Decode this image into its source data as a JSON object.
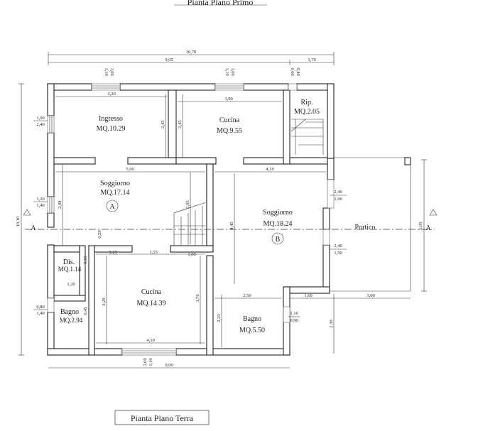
{
  "titles": {
    "upper": "Pianta Piano Primo",
    "lower": "Pianta Piano Terra"
  },
  "section_marks": {
    "left": "A",
    "right": "A"
  },
  "portico": "Portico",
  "rooms": {
    "ingresso": {
      "name": "Ingresso",
      "area": "MQ.10.29"
    },
    "cucina_top": {
      "name": "Cucina",
      "area": "MQ.9.55"
    },
    "rip": {
      "name": "Rip.",
      "area": "MQ.2.05"
    },
    "soggiorno_a": {
      "name": "Soggiorno",
      "area": "MQ.17.14",
      "mark": "A"
    },
    "soggiorno_b": {
      "name": "Soggiorno",
      "area": "MQ.18.24",
      "mark": "B"
    },
    "dis": {
      "name": "Dis.",
      "area": "MQ.1.14"
    },
    "cucina_bot": {
      "name": "Cucina",
      "area": "MQ.14.39"
    },
    "bagno_left": {
      "name": "Bagno",
      "area": "MQ.2.94"
    },
    "bagno_right": {
      "name": "Bagno",
      "area": "MQ.5.50"
    }
  },
  "dims": {
    "top_total": "10,70",
    "top_left": "9,05",
    "top_right": "1,70",
    "left_total": "10,10",
    "right_total": "5,05",
    "ingresso_w": "4,20",
    "ingresso_h": "2,45",
    "cucina_w": "3,90",
    "cucina_h": "2,45",
    "soggA_w": "5,60",
    "soggA_h1": "2,98",
    "soggA_h2": "2,95",
    "soggB_w": "4,10",
    "soggB_h": "4,45",
    "bottom_total": "9,00",
    "cucina_bot_w": "4,10",
    "cucina_bot_h1": "3,20",
    "cucina_bot_h2": "3,70",
    "d125": "1,25",
    "d155": "1,55",
    "d100": "1,00",
    "d120": "1,20",
    "d059": "0,59",
    "d095": "0,95",
    "d045": "0,45",
    "bagno_r_w": "2,50",
    "bagno_r_h": "2,20",
    "d160": "1,60",
    "d300": "3,00",
    "d230": "2,30",
    "win_110": "1,10",
    "win_100": "1,00",
    "win_060": "0,60",
    "win_110b": "1,10",
    "win_100b": "1,00",
    "win_040": "0,40",
    "win_l1a": "1,00",
    "win_l1b": "2,40",
    "win_l2a": "1,20",
    "win_l2b": "1,40",
    "win_l3a": "0,80",
    "win_l3b": "1,40",
    "win_r1a": "2,40",
    "win_r1b": "1,00",
    "win_r2a": "2,40",
    "win_r2b": "1,50",
    "win_b1a": "1,10",
    "win_b1b": "0,90",
    "win_b2a": "2,00",
    "win_b2b": "1,10"
  }
}
